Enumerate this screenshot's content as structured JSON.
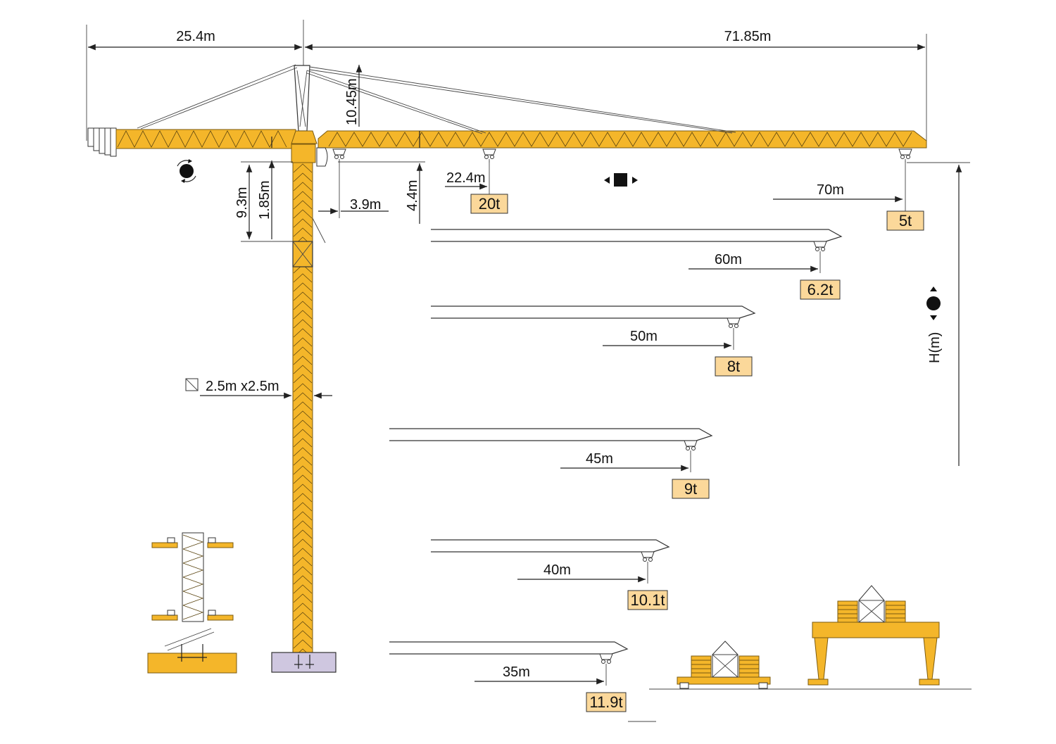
{
  "colors": {
    "steel_yellow": "#f4b62a",
    "load_tag": "#fbd89a",
    "foundation_base": "#cfc7e0",
    "line": "#222222"
  },
  "dimensions": {
    "counter_jib_length": "25.4m",
    "jib_length": "71.85m",
    "tower_head_height": "10.45m",
    "height_9_3": "9.3m",
    "height_1_85": "1.85m",
    "offset_3_9": "3.9m",
    "height_4_4": "4.4m",
    "mast_section": "2.5m x2.5m",
    "height_axis": "H(m)"
  },
  "load_chart": [
    {
      "radius": "22.4m",
      "load": "20t"
    },
    {
      "radius": "70m",
      "load": "5t"
    },
    {
      "radius": "60m",
      "load": "6.2t"
    },
    {
      "radius": "50m",
      "load": "8t"
    },
    {
      "radius": "45m",
      "load": "9t"
    },
    {
      "radius": "40m",
      "load": "10.1t"
    },
    {
      "radius": "35m",
      "load": "11.9t"
    }
  ],
  "icons": {
    "slewing": "slewing-icon",
    "trolley": "trolley-travel-icon",
    "hoist": "hoist-icon"
  }
}
